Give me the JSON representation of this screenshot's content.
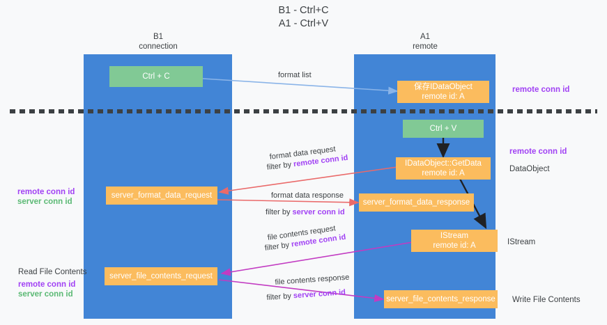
{
  "title": {
    "line1": "B1 - Ctrl+C",
    "line2": "A1 - Ctrl+V"
  },
  "columns": [
    {
      "id": "b1",
      "name": "B1",
      "role": "connection"
    },
    {
      "id": "a1",
      "name": "A1",
      "role": "remote"
    }
  ],
  "nodes": [
    {
      "id": "ctrl-c",
      "label": "Ctrl + C",
      "sub": "",
      "color": "#81c995"
    },
    {
      "id": "save-idataobject",
      "label": "保存IDataObject",
      "sub": "remote id: A",
      "color": "#fbbc5e"
    },
    {
      "id": "ctrl-v",
      "label": "Ctrl + V",
      "sub": "",
      "color": "#81c995"
    },
    {
      "id": "idataobject-getdata",
      "label": "IDataObject::GetData",
      "sub": "remote id: A",
      "color": "#fbbc5e"
    },
    {
      "id": "server-format-data-request",
      "label": "server_format_data_request",
      "sub": "",
      "color": "#fbbc5e"
    },
    {
      "id": "server-format-data-response",
      "label": "server_format_data_response",
      "sub": "",
      "color": "#fbbc5e"
    },
    {
      "id": "istream",
      "label": "IStream",
      "sub": "remote id: A",
      "color": "#fbbc5e"
    },
    {
      "id": "server-file-contents-request",
      "label": "server_file_contents_request",
      "sub": "",
      "color": "#fbbc5e"
    },
    {
      "id": "server-file-contents-response",
      "label": "server_file_contents_response",
      "sub": "",
      "color": "#fbbc5e"
    }
  ],
  "edge_labels": {
    "format_list": "format list",
    "format_data_request": "format data request",
    "format_data_request_filter_prefix": "filter by ",
    "format_data_request_filter_key": "remote conn id",
    "format_data_response": "format data response",
    "format_data_response_filter_prefix": "filter by ",
    "format_data_response_filter_key": "server conn id",
    "file_contents_request": "file contents request",
    "file_contents_request_filter_prefix": "filter by ",
    "file_contents_request_filter_key": "remote conn id",
    "file_contents_response": "file contents response",
    "file_contents_response_filter_prefix": "filter by ",
    "file_contents_response_filter_key": "server conn id"
  },
  "annotations": {
    "right_top_remote_conn_id": "remote conn id",
    "right_mid_remote_conn_id": "remote conn id",
    "right_dataobject": "DataObject",
    "right_istream": "IStream",
    "right_write_file_contents": "Write File Contents",
    "left_remote_conn_id": "remote conn id",
    "left_server_conn_id": "server conn id",
    "left_read_file_contents": "Read File Contents",
    "left_bottom_remote_conn_id": "remote conn id",
    "left_bottom_server_conn_id": "server conn id"
  },
  "colors": {
    "lane": "#4285d6",
    "node_green": "#81c995",
    "node_orange": "#fbbc5e",
    "key_purple": "#a142f4",
    "key_green": "#5bb974",
    "arrow_lightblue": "#8ab4e8",
    "arrow_red": "#ea6a6a",
    "arrow_magenta": "#c23bc2",
    "arrow_black": "#202124",
    "background": "#f8f9fa"
  }
}
